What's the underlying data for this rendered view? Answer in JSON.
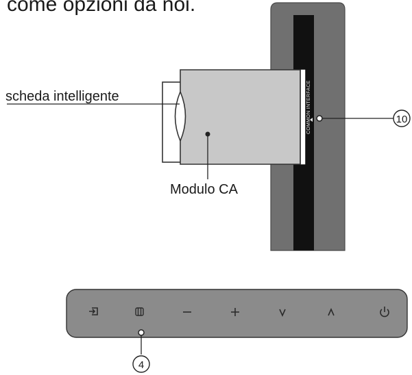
{
  "diagram": {
    "heading_fragment": "come opzioni da noi.",
    "labels": {
      "smart_card": "scheda intelligente",
      "ca_module": "Modulo  CA",
      "slot_label": "COMMON INTERFACE"
    },
    "callouts": {
      "slot": "10",
      "control_panel": "4"
    }
  },
  "control_panel": {
    "buttons": [
      {
        "name": "input-source",
        "icon": "input-source-icon"
      },
      {
        "name": "menu",
        "icon": "menu-icon"
      },
      {
        "name": "volume-down",
        "icon": "minus-icon"
      },
      {
        "name": "volume-up",
        "icon": "plus-icon"
      },
      {
        "name": "channel-down",
        "icon": "chevron-down-icon"
      },
      {
        "name": "channel-up",
        "icon": "chevron-up-icon"
      },
      {
        "name": "power",
        "icon": "power-icon"
      }
    ]
  },
  "colors": {
    "tv_body": "#6e6e6e",
    "tv_slot": "#101010",
    "card_fill": "#c9c9c9",
    "panel_fill": "#8a8a8a",
    "panel_icon": "#2a2a2a"
  }
}
